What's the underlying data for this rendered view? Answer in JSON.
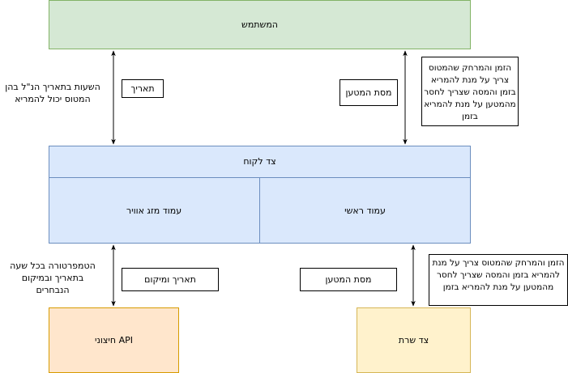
{
  "diagram": {
    "user": "המשתמש",
    "client": {
      "title": "צד לקוח",
      "weather_column": "עמוד מזג אוויר",
      "main_column": "עמוד ראשי"
    },
    "api": "API חיצוני",
    "server": "צד שרת",
    "edges": {
      "date": "תאריך",
      "load_top": "מסת המטען",
      "date_location": "תאריך ומיקום",
      "load_bottom": "מסת המטען"
    },
    "notes": {
      "hours_line1": "השעות בתאריך הנ\"ל בהן",
      "hours_line2": "המטוס יכול להמריא",
      "weather_line1": "הטמפרטורה בכל שעה",
      "weather_line2": "בתאריך ובמיקום",
      "weather_line3": "הנבחרים",
      "top_right_line1": "הזמן והמרחק שהמטוס",
      "top_right_line2": "צריך על מנת להמריא",
      "top_right_line3": "בזמן והמסה שצריך לחסר",
      "top_right_line4": "מהמטען על מנת להמריא",
      "top_right_line5": "בזמן",
      "bottom_right_line1": "הזמן והמרחק שהמטוס צריך על מנת",
      "bottom_right_line2": "להמריא בזמן והמסה שצריך לחסר",
      "bottom_right_line3": "מהמטען על מנת להמריא בזמן"
    }
  }
}
